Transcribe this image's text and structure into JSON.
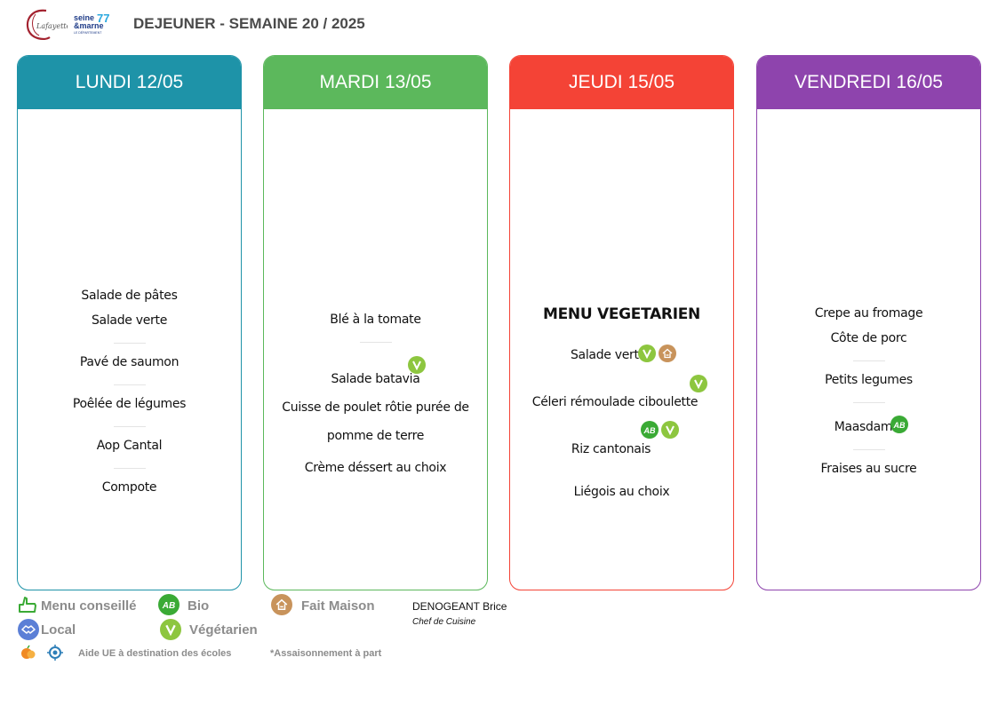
{
  "header": {
    "title": "DEJEUNER - SEMAINE 20 / 2025"
  },
  "logos": {
    "lafayette": "Lafayette",
    "seine_line1": "seine",
    "seine_line2": "&marne",
    "seine_line3": "LE DÉPARTEMENT",
    "seine_number": "77"
  },
  "days": [
    {
      "title": "LUNDI 12/05",
      "color": "#1e93a8",
      "dishes": [
        "Salade de pâtes",
        "Salade verte",
        "Pavé de saumon",
        "Poêlée de légumes",
        "Aop Cantal",
        "Compote"
      ]
    },
    {
      "title": "MARDI 13/05",
      "color": "#5cb85c",
      "dishes": [
        "Blé à la tomate",
        "Salade batavia",
        "Cuisse de poulet rôtie purée de",
        "pomme de terre",
        "Crème déssert au choix"
      ]
    },
    {
      "title": "JEUDI 15/05",
      "color": "#f44336",
      "special": "MENU VEGETARIEN",
      "dishes": [
        "Salade verte",
        "Céleri rémoulade ciboulette",
        "Riz cantonais",
        "Liégois au choix"
      ]
    },
    {
      "title": "VENDREDI 16/05",
      "color": "#8e44ad",
      "dishes": [
        "Crepe au fromage",
        "Côte de porc",
        "Petits legumes",
        "Maasdam",
        "Fraises au sucre"
      ]
    }
  ],
  "legend": {
    "menu_conseille": "Menu conseillé",
    "bio": "Bio",
    "fait_maison": "Fait Maison",
    "local": "Local",
    "vegetarien": "Végétarien",
    "aide_ue": "Aide UE à destination des écoles",
    "assaisonnement": "*Assaisonnement à part"
  },
  "chef": {
    "name": "DENOGEANT Brice",
    "title": "Chef de Cuisine"
  },
  "icons": {
    "vegetarian": "leaf-v-icon",
    "bio": "ab-icon",
    "fait_maison": "house-icon",
    "local": "handshake-icon",
    "menu_conseille": "hand-icon"
  }
}
